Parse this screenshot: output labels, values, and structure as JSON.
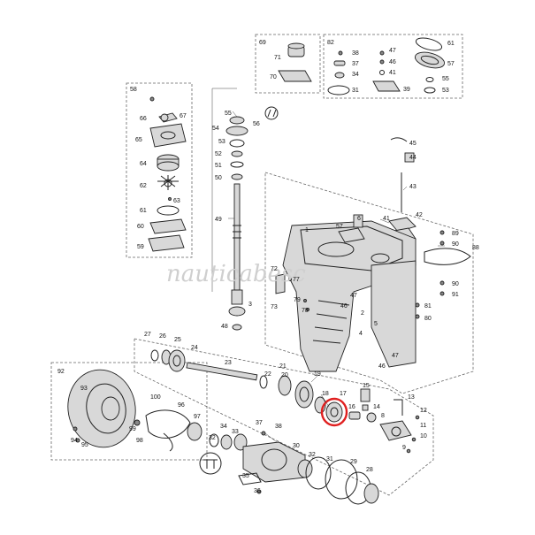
{
  "watermark": "nauticabesc",
  "highlight_color": "#e02020",
  "highlighted_part": "16",
  "callouts": [
    {
      "id": "69"
    },
    {
      "id": "71"
    },
    {
      "id": "70"
    },
    {
      "id": "82"
    },
    {
      "id": "38"
    },
    {
      "id": "37"
    },
    {
      "id": "34"
    },
    {
      "id": "31"
    },
    {
      "id": "47"
    },
    {
      "id": "46"
    },
    {
      "id": "41"
    },
    {
      "id": "39"
    },
    {
      "id": "61"
    },
    {
      "id": "57"
    },
    {
      "id": "55"
    },
    {
      "id": "53"
    },
    {
      "id": "58"
    },
    {
      "id": "66"
    },
    {
      "id": "67"
    },
    {
      "id": "65"
    },
    {
      "id": "64"
    },
    {
      "id": "62"
    },
    {
      "id": "63"
    },
    {
      "id": "61b"
    },
    {
      "id": "60"
    },
    {
      "id": "59"
    },
    {
      "id": "55b"
    },
    {
      "id": "56"
    },
    {
      "id": "54"
    },
    {
      "id": "53b"
    },
    {
      "id": "52"
    },
    {
      "id": "51"
    },
    {
      "id": "50"
    },
    {
      "id": "49"
    },
    {
      "id": "45"
    },
    {
      "id": "44"
    },
    {
      "id": "43"
    },
    {
      "id": "42"
    },
    {
      "id": "41b"
    },
    {
      "id": "6"
    },
    {
      "id": "57b"
    },
    {
      "id": "89"
    },
    {
      "id": "90"
    },
    {
      "id": "88"
    },
    {
      "id": "1"
    },
    {
      "id": "72"
    },
    {
      "id": "77"
    },
    {
      "id": "73"
    },
    {
      "id": "79"
    },
    {
      "id": "78"
    },
    {
      "id": "47b"
    },
    {
      "id": "46b"
    },
    {
      "id": "2"
    },
    {
      "id": "5"
    },
    {
      "id": "4"
    },
    {
      "id": "90b"
    },
    {
      "id": "91"
    },
    {
      "id": "81"
    },
    {
      "id": "80"
    },
    {
      "id": "3"
    },
    {
      "id": "48"
    },
    {
      "id": "47c"
    },
    {
      "id": "46c"
    },
    {
      "id": "27"
    },
    {
      "id": "26"
    },
    {
      "id": "25"
    },
    {
      "id": "24"
    },
    {
      "id": "23"
    },
    {
      "id": "22"
    },
    {
      "id": "21"
    },
    {
      "id": "20"
    },
    {
      "id": "19"
    },
    {
      "id": "92"
    },
    {
      "id": "93"
    },
    {
      "id": "100"
    },
    {
      "id": "96"
    },
    {
      "id": "99"
    },
    {
      "id": "98"
    },
    {
      "id": "97"
    },
    {
      "id": "94"
    },
    {
      "id": "95"
    },
    {
      "id": "18"
    },
    {
      "id": "17"
    },
    {
      "id": "16"
    },
    {
      "id": "15"
    },
    {
      "id": "14"
    },
    {
      "id": "13"
    },
    {
      "id": "12"
    },
    {
      "id": "8"
    },
    {
      "id": "11"
    },
    {
      "id": "10"
    },
    {
      "id": "9"
    },
    {
      "id": "34b"
    },
    {
      "id": "33"
    },
    {
      "id": "32"
    },
    {
      "id": "37b"
    },
    {
      "id": "38b"
    },
    {
      "id": "30"
    },
    {
      "id": "32b"
    },
    {
      "id": "31b"
    },
    {
      "id": "29"
    },
    {
      "id": "28"
    },
    {
      "id": "35"
    },
    {
      "id": "36"
    }
  ],
  "labels": {
    "69": "69",
    "71": "71",
    "70": "70",
    "82": "82",
    "38": "38",
    "37": "37",
    "34": "34",
    "31": "31",
    "47": "47",
    "46": "46",
    "41": "41",
    "39": "39",
    "61": "61",
    "57": "57",
    "55": "55",
    "53": "53",
    "58": "58",
    "66": "66",
    "67": "67",
    "65": "65",
    "64": "64",
    "62": "62",
    "63": "63",
    "61b": "61",
    "60": "60",
    "59": "59",
    "55b": "55",
    "56": "56",
    "54": "54",
    "53b": "53",
    "52": "52",
    "51": "51",
    "50": "50",
    "49": "49",
    "45": "45",
    "44": "44",
    "43": "43",
    "42": "42",
    "41b": "41",
    "6": "6",
    "57b": "57",
    "89": "89",
    "90": "90",
    "88": "88",
    "1": "1",
    "72": "72",
    "77": "77",
    "73": "73",
    "79": "79",
    "78": "78",
    "47b": "47",
    "46b": "46",
    "2": "2",
    "5": "5",
    "4": "4",
    "90b": "90",
    "91": "91",
    "81": "81",
    "80": "80",
    "3": "3",
    "48": "48",
    "47c": "47",
    "46c": "46",
    "27": "27",
    "26": "26",
    "25": "25",
    "24": "24",
    "23": "23",
    "22": "22",
    "21": "21",
    "20": "20",
    "19": "19",
    "92": "92",
    "93": "93",
    "100": "100",
    "96": "96",
    "99": "99",
    "98": "98",
    "97": "97",
    "94": "94",
    "95": "95",
    "18": "18",
    "17": "17",
    "16": "16",
    "15": "15",
    "14": "14",
    "13": "13",
    "12": "12",
    "8": "8",
    "11": "11",
    "10": "10",
    "9": "9",
    "34b": "34",
    "33": "33",
    "32": "32",
    "37b": "37",
    "38b": "38",
    "30": "30",
    "32b": "32",
    "31b": "31",
    "29": "29",
    "28": "28",
    "35": "35",
    "36": "36"
  }
}
